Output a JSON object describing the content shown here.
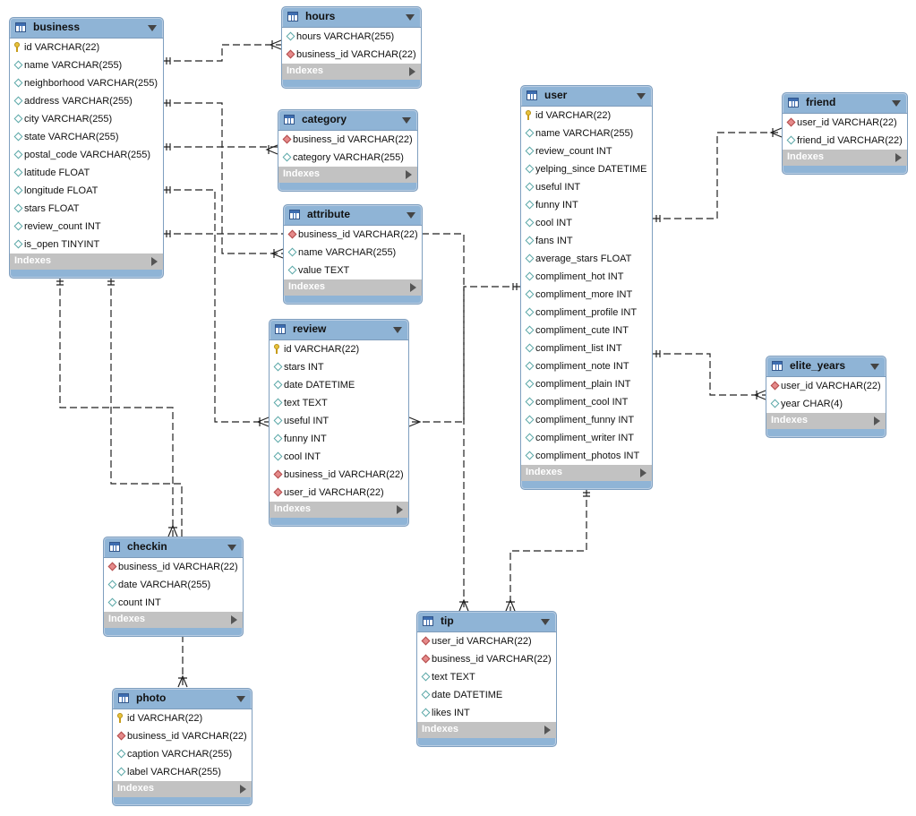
{
  "indexes_label": "Indexes",
  "tables": {
    "business": {
      "name": "business",
      "columns": [
        {
          "text": "id VARCHAR(22)",
          "kind": "pk"
        },
        {
          "text": "name VARCHAR(255)",
          "kind": "attr"
        },
        {
          "text": "neighborhood VARCHAR(255)",
          "kind": "attr"
        },
        {
          "text": "address VARCHAR(255)",
          "kind": "attr"
        },
        {
          "text": "city VARCHAR(255)",
          "kind": "attr"
        },
        {
          "text": "state VARCHAR(255)",
          "kind": "attr"
        },
        {
          "text": "postal_code VARCHAR(255)",
          "kind": "attr"
        },
        {
          "text": "latitude FLOAT",
          "kind": "attr"
        },
        {
          "text": "longitude FLOAT",
          "kind": "attr"
        },
        {
          "text": "stars FLOAT",
          "kind": "attr"
        },
        {
          "text": "review_count INT",
          "kind": "attr"
        },
        {
          "text": "is_open TINYINT",
          "kind": "attr"
        }
      ]
    },
    "hours": {
      "name": "hours",
      "columns": [
        {
          "text": "hours VARCHAR(255)",
          "kind": "attr"
        },
        {
          "text": "business_id VARCHAR(22)",
          "kind": "fk"
        }
      ]
    },
    "category": {
      "name": "category",
      "columns": [
        {
          "text": "business_id VARCHAR(22)",
          "kind": "fk"
        },
        {
          "text": "category VARCHAR(255)",
          "kind": "attr"
        }
      ]
    },
    "attribute": {
      "name": "attribute",
      "columns": [
        {
          "text": "business_id VARCHAR(22)",
          "kind": "fk"
        },
        {
          "text": "name VARCHAR(255)",
          "kind": "attr"
        },
        {
          "text": "value TEXT",
          "kind": "attr"
        }
      ]
    },
    "review": {
      "name": "review",
      "columns": [
        {
          "text": "id VARCHAR(22)",
          "kind": "pk"
        },
        {
          "text": "stars INT",
          "kind": "attr"
        },
        {
          "text": "date DATETIME",
          "kind": "attr"
        },
        {
          "text": "text TEXT",
          "kind": "attr"
        },
        {
          "text": "useful INT",
          "kind": "attr"
        },
        {
          "text": "funny INT",
          "kind": "attr"
        },
        {
          "text": "cool INT",
          "kind": "attr"
        },
        {
          "text": "business_id VARCHAR(22)",
          "kind": "fk"
        },
        {
          "text": "user_id VARCHAR(22)",
          "kind": "fk"
        }
      ]
    },
    "user": {
      "name": "user",
      "columns": [
        {
          "text": "id VARCHAR(22)",
          "kind": "pk"
        },
        {
          "text": "name VARCHAR(255)",
          "kind": "attr"
        },
        {
          "text": "review_count INT",
          "kind": "attr"
        },
        {
          "text": "yelping_since DATETIME",
          "kind": "attr"
        },
        {
          "text": "useful INT",
          "kind": "attr"
        },
        {
          "text": "funny INT",
          "kind": "attr"
        },
        {
          "text": "cool INT",
          "kind": "attr"
        },
        {
          "text": "fans INT",
          "kind": "attr"
        },
        {
          "text": "average_stars FLOAT",
          "kind": "attr"
        },
        {
          "text": "compliment_hot INT",
          "kind": "attr"
        },
        {
          "text": "compliment_more INT",
          "kind": "attr"
        },
        {
          "text": "compliment_profile INT",
          "kind": "attr"
        },
        {
          "text": "compliment_cute INT",
          "kind": "attr"
        },
        {
          "text": "compliment_list INT",
          "kind": "attr"
        },
        {
          "text": "compliment_note INT",
          "kind": "attr"
        },
        {
          "text": "compliment_plain INT",
          "kind": "attr"
        },
        {
          "text": "compliment_cool INT",
          "kind": "attr"
        },
        {
          "text": "compliment_funny INT",
          "kind": "attr"
        },
        {
          "text": "compliment_writer INT",
          "kind": "attr"
        },
        {
          "text": "compliment_photos INT",
          "kind": "attr"
        }
      ]
    },
    "friend": {
      "name": "friend",
      "columns": [
        {
          "text": "user_id VARCHAR(22)",
          "kind": "fk"
        },
        {
          "text": "friend_id VARCHAR(22)",
          "kind": "attr"
        }
      ]
    },
    "elite_years": {
      "name": "elite_years",
      "columns": [
        {
          "text": "user_id VARCHAR(22)",
          "kind": "fk"
        },
        {
          "text": "year CHAR(4)",
          "kind": "attr"
        }
      ]
    },
    "checkin": {
      "name": "checkin",
      "columns": [
        {
          "text": "business_id VARCHAR(22)",
          "kind": "fk"
        },
        {
          "text": "date VARCHAR(255)",
          "kind": "attr"
        },
        {
          "text": "count INT",
          "kind": "attr"
        }
      ]
    },
    "tip": {
      "name": "tip",
      "columns": [
        {
          "text": "user_id VARCHAR(22)",
          "kind": "fk"
        },
        {
          "text": "business_id VARCHAR(22)",
          "kind": "fk"
        },
        {
          "text": "text TEXT",
          "kind": "attr"
        },
        {
          "text": "date DATETIME",
          "kind": "attr"
        },
        {
          "text": "likes INT",
          "kind": "attr"
        }
      ]
    },
    "photo": {
      "name": "photo",
      "columns": [
        {
          "text": "id VARCHAR(22)",
          "kind": "pk"
        },
        {
          "text": "business_id VARCHAR(22)",
          "kind": "fk"
        },
        {
          "text": "caption VARCHAR(255)",
          "kind": "attr"
        },
        {
          "text": "label VARCHAR(255)",
          "kind": "attr"
        }
      ]
    }
  }
}
